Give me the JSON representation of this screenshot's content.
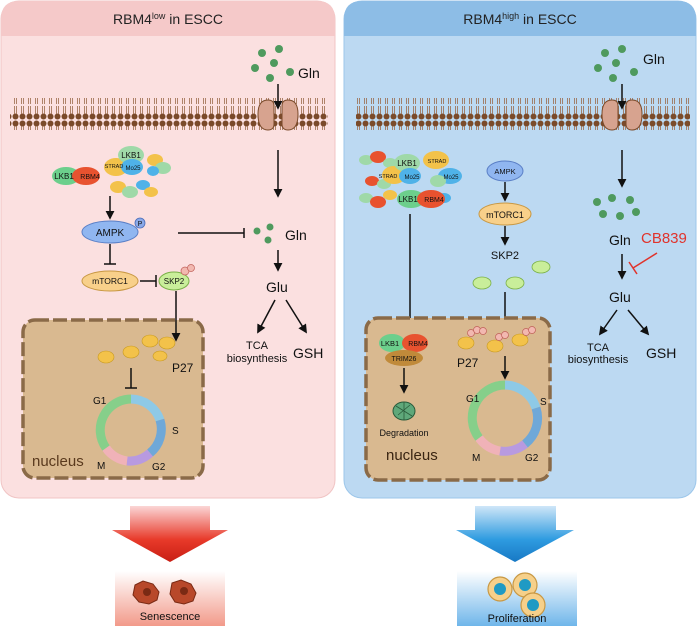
{
  "left_panel": {
    "title_prefix": "RBM4",
    "title_sup": "low",
    "title_suffix": " in ESCC",
    "gln_top": "Gln",
    "gln_mid": "Gln",
    "glu": "Glu",
    "tca_line1": "TCA",
    "tca_line2": "biosynthesis",
    "gsh": "GSH",
    "lkb1": "LKB1",
    "rbm4": "RBM4",
    "lkb1_complex": "LKB1",
    "strad": "STRAD",
    "mo25": "Mo25",
    "ampk": "AMPK",
    "phospho": "P",
    "mtorc1": "mTORC1",
    "skp2": "SKP2",
    "p27": "P27",
    "g1": "G1",
    "s": "S",
    "m": "M",
    "g2": "G2",
    "nucleus": "nucleus",
    "outcome": "Senescence"
  },
  "right_panel": {
    "title_prefix": "RBM4",
    "title_sup": "high",
    "title_suffix": " in ESCC",
    "gln_top": "Gln",
    "gln_mid": "Gln",
    "inhibitor": "CB839",
    "glu": "Glu",
    "tca_line1": "TCA",
    "tca_line2": "biosynthesis",
    "gsh": "GSH",
    "lkb1_a": "LKB1",
    "strad_a": "STRAD",
    "mo25_a": "Mo25",
    "strad_b": "STRAD",
    "mo25_b": "Mo25",
    "lkb1_b": "LKB1",
    "rbm4": "RBM4",
    "ampk": "AMPK",
    "mtorc1": "mTORC1",
    "skp2": "SKP2",
    "lkb1_nuc": "LKB1",
    "rbm4_nuc": "RBM4",
    "trim26": "TRIM26",
    "degradation": "Degradation",
    "p27": "P27",
    "g1": "G1",
    "s": "S",
    "m": "M",
    "g2": "G2",
    "nucleus": "nucleus",
    "outcome": "Proliferation"
  },
  "colors": {
    "left_bg": "#fbe0e0",
    "left_header": "#f5c9c9",
    "right_bg": "#bcd9f2",
    "right_header": "#8dbde6",
    "nucleus_fill": "#d9b990",
    "nucleus_border": "#8a6a48",
    "membrane": "#7a4a2a",
    "gln_dot": "#4f9a5e",
    "inhibitor_red": "#e0332c",
    "senescence_arrow": "#e83a2a",
    "proliferation_arrow": "#2e9be0"
  }
}
